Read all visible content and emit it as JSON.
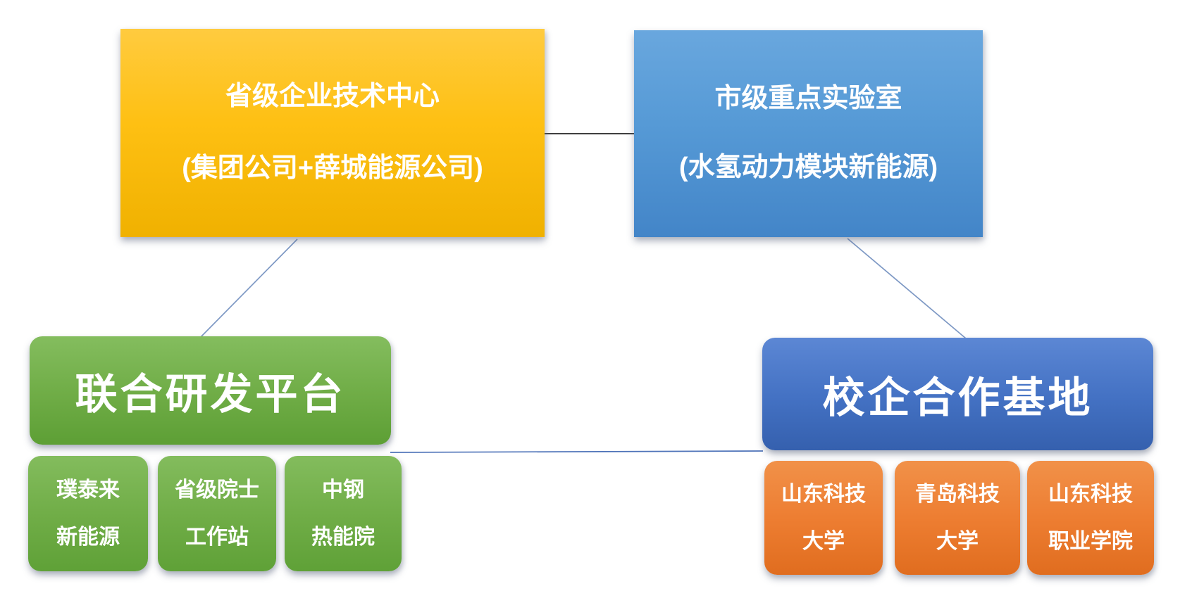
{
  "nodes": {
    "tech_center": {
      "line1": "省级企业技术中心",
      "line2": "(集团公司+薛城能源公司)"
    },
    "key_lab": {
      "line1": "市级重点实验室",
      "line2": "(水氢动力模块新能源)"
    },
    "rd_platform": {
      "label": "联合研发平台"
    },
    "coop_base": {
      "label": "校企合作基地"
    },
    "platform_members": [
      {
        "line1": "璞泰来",
        "line2": "新能源"
      },
      {
        "line1": "省级院士",
        "line2": "工作站"
      },
      {
        "line1": "中钢",
        "line2": "热能院"
      }
    ],
    "base_members": [
      {
        "line1": "山东科技",
        "line2": "大学"
      },
      {
        "line1": "青岛科技",
        "line2": "大学"
      },
      {
        "line1": "山东科技",
        "line2": "职业学院"
      }
    ]
  },
  "colors": {
    "tech_center_fill": "#FFC000",
    "key_lab_fill": "#5B9BD5",
    "rd_platform_fill": "#70AD47",
    "platform_member_fill": "#70AD47",
    "coop_base_fill": "#4472C4",
    "base_member_fill": "#ED7D31",
    "connector_dark": "#3F3F3F",
    "connector_blue": "#7D98C4",
    "connector_bottom_blue": "#4D72B8",
    "text": "#FFFFFF",
    "background": "#FFFFFF"
  }
}
